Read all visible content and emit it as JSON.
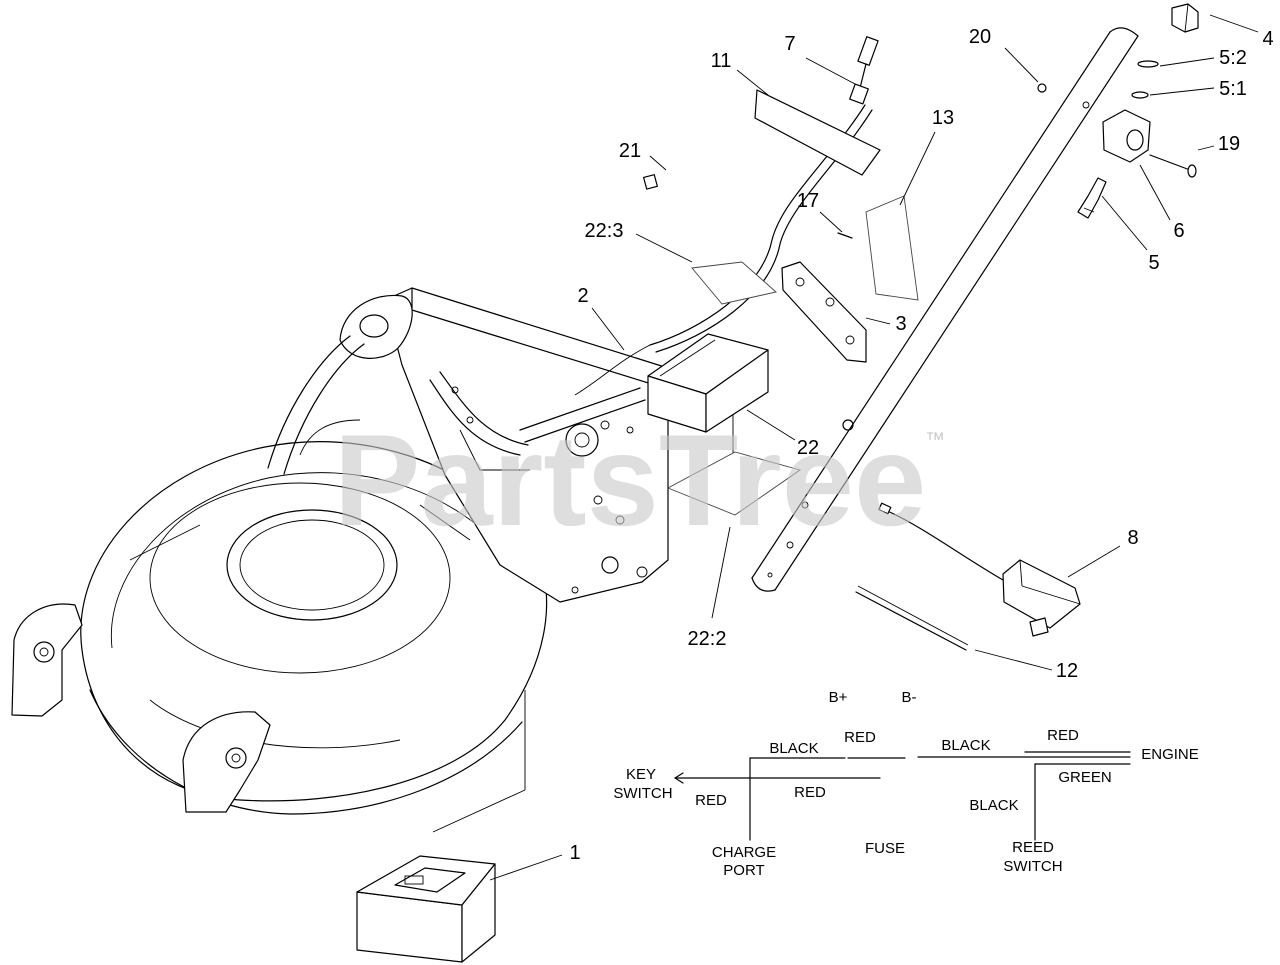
{
  "watermark": {
    "text": "PartsTree",
    "trademark": "™"
  },
  "callouts": {
    "p1": "1",
    "p2": "2",
    "p3": "3",
    "p4": "4",
    "p5": "5",
    "p5_1": "5:1",
    "p5_2": "5:2",
    "p6": "6",
    "p7": "7",
    "p8": "8",
    "p11": "11",
    "p12": "12",
    "p13": "13",
    "p17": "17",
    "p19": "19",
    "p20": "20",
    "p21": "21",
    "p22": "22",
    "p22_2": "22:2",
    "p22_3": "22:3"
  },
  "wiring": {
    "b_plus": "B+",
    "b_minus": "B-",
    "wire_black_left": "BLACK",
    "wire_red_top": "RED",
    "wire_black_right": "BLACK",
    "wire_red_engine": "RED",
    "engine": "ENGINE",
    "key_switch": [
      "KEY",
      "SWITCH"
    ],
    "wire_red_key": "RED",
    "wire_red_fuse": "RED",
    "wire_green": "GREEN",
    "wire_black_reed": "BLACK",
    "charge_port": [
      "CHARGE",
      "PORT"
    ],
    "fuse": "FUSE",
    "reed_switch": [
      "REED",
      "SWITCH"
    ]
  },
  "colors": {
    "line": "#000000",
    "watermark": "#c9c9c9",
    "background": "#ffffff"
  }
}
